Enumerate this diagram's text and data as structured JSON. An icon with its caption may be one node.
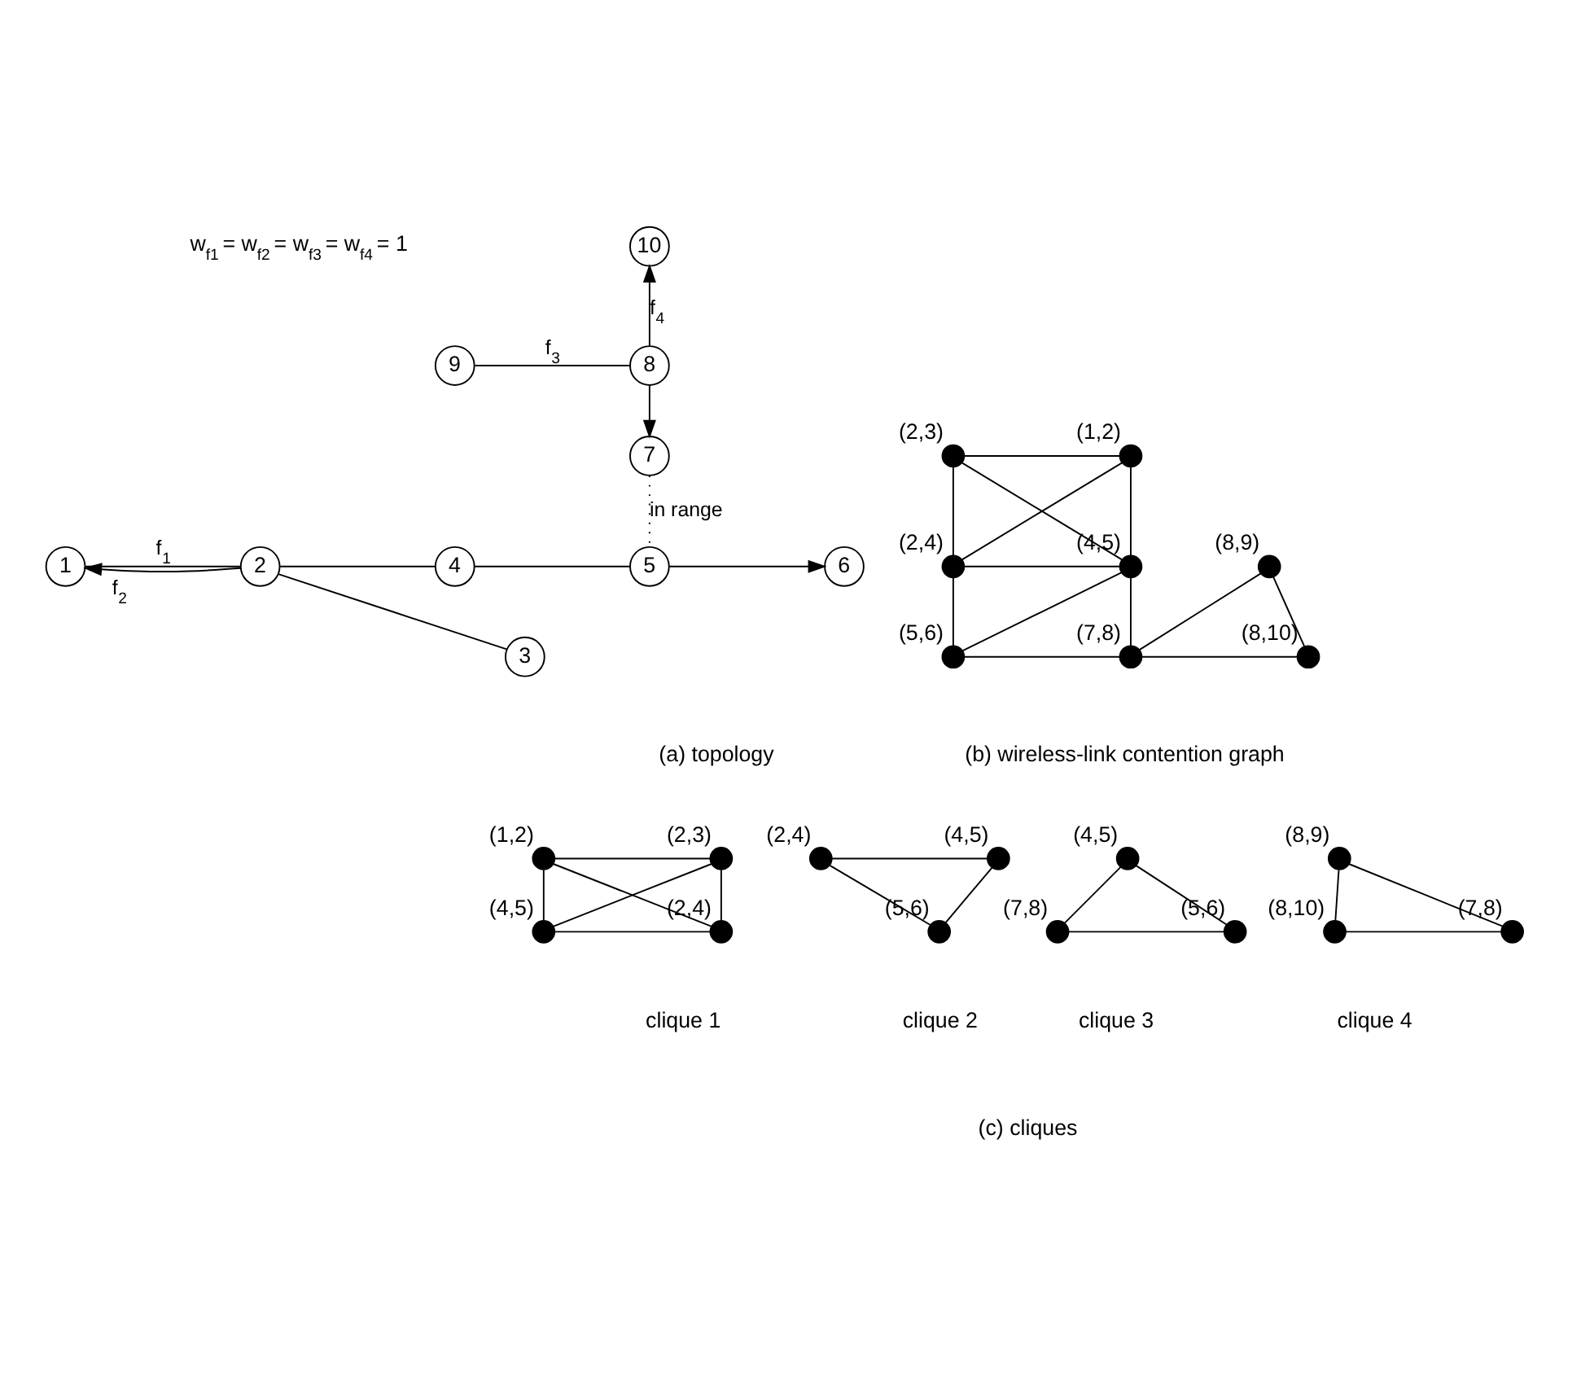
{
  "diagram": {
    "nodes": [
      {
        "text": [
          "10"
        ]
      },
      {
        "text": [
          "9"
        ]
      },
      {
        "text": [
          "8"
        ]
      },
      {
        "text": [
          "7"
        ]
      },
      {
        "text": [
          "1"
        ]
      },
      {
        "text": [
          "2"
        ]
      },
      {
        "text": [
          "4"
        ]
      },
      {
        "text": [
          "5"
        ]
      },
      {
        "text": [
          "6"
        ]
      },
      {
        "text": [
          "3"
        ]
      },
      {
        "text": [],
        "shape": "circle",
        "beside": [
          "(1,2)"
        ]
      },
      {
        "text": [],
        "shape": "circle",
        "beside": [
          "(2,3)"
        ]
      },
      {
        "text": [],
        "shape": "circle",
        "beside": [
          "(2,4)"
        ]
      },
      {
        "text": [],
        "shape": "circle",
        "beside": [
          "(4,5)"
        ]
      },
      {
        "text": [],
        "shape": "circle",
        "beside": [
          "(8,9)"
        ]
      },
      {
        "text": [],
        "shape": "circle",
        "beside": [
          "(5,6)"
        ]
      },
      {
        "text": [],
        "shape": "circle",
        "beside": [
          "(7,8)"
        ]
      },
      {
        "text": [],
        "shape": "circle",
        "beside": [
          "(8,10)"
        ]
      },
      {
        "text": [],
        "shape": "circle",
        "beside": [
          "(1,2)"
        ]
      },
      {
        "text": [],
        "shape": "circle",
        "beside": [
          "(2,3)"
        ]
      },
      {
        "text": [],
        "shape": "circle",
        "beside": [
          "(2,4)"
        ]
      },
      {
        "text": [],
        "shape": "circle",
        "beside": [
          "(4,5)"
        ]
      },
      {
        "text": [],
        "shape": "circle",
        "beside": [
          "(2,4)"
        ]
      },
      {
        "text": [],
        "shape": "circle",
        "beside": [
          "(4,5)"
        ]
      },
      {
        "text": [],
        "shape": "circle",
        "beside": [
          "(5,6)"
        ]
      },
      {
        "text": [],
        "shape": "circle",
        "beside": [
          "(4,5)"
        ]
      },
      {
        "text": [],
        "shape": "circle",
        "beside": [
          "(5,6)"
        ]
      },
      {
        "text": [],
        "shape": "circle",
        "beside": [
          "(7,8)"
        ]
      },
      {
        "text": [],
        "shape": "circle",
        "beside": [
          "(8,9)"
        ]
      },
      {
        "text": [],
        "shape": "circle",
        "beside": [
          "(7,8)"
        ]
      },
      {
        "text": [],
        "shape": "circle",
        "beside": [
          "(8,10)"
        ]
      }
    ],
    "edges": [
      {
        "from": 4,
        "to": 5,
        "arrow": "none",
        "label": "f$_{1}$"
      },
      {
        "from": 5,
        "to": 4,
        "arrow": "to",
        "label": "f$_{2}$"
      },
      {
        "from": 9,
        "to": 5,
        "arrow": "none"
      },
      {
        "from": 5,
        "to": 6,
        "arrow": "none"
      },
      {
        "from": 6,
        "to": 7,
        "arrow": "none"
      },
      {
        "from": 7,
        "to": 8,
        "arrow": "to"
      },
      {
        "from": 3,
        "to": 7,
        "arrow": "none",
        "style": "dashed",
        "label": "in range"
      },
      {
        "from": 1,
        "to": 2,
        "arrow": "none",
        "label": "f$_{3}$"
      },
      {
        "from": 2,
        "to": 3,
        "arrow": "to"
      },
      {
        "from": 2,
        "to": 0,
        "arrow": "to",
        "label": "f$_{4}$"
      },
      {
        "from": 10,
        "to": 11,
        "arrow": "none"
      },
      {
        "from": 10,
        "to": 12,
        "arrow": "none"
      },
      {
        "from": 10,
        "to": 13,
        "arrow": "none"
      },
      {
        "from": 11,
        "to": 12,
        "arrow": "none"
      },
      {
        "from": 11,
        "to": 13,
        "arrow": "none"
      },
      {
        "from": 12,
        "to": 13,
        "arrow": "none"
      },
      {
        "from": 12,
        "to": 15,
        "arrow": "none"
      },
      {
        "from": 13,
        "to": 15,
        "arrow": "none"
      },
      {
        "from": 13,
        "to": 16,
        "arrow": "none"
      },
      {
        "from": 15,
        "to": 16,
        "arrow": "none"
      },
      {
        "from": 16,
        "to": 14,
        "arrow": "none"
      },
      {
        "from": 16,
        "to": 17,
        "arrow": "none"
      },
      {
        "from": 14,
        "to": 17,
        "arrow": "none"
      },
      {
        "from": 18,
        "to": 19,
        "arrow": "none"
      },
      {
        "from": 18,
        "to": 20,
        "arrow": "none"
      },
      {
        "from": 18,
        "to": 21,
        "arrow": "none"
      },
      {
        "from": 19,
        "to": 20,
        "arrow": "none"
      },
      {
        "from": 19,
        "to": 21,
        "arrow": "none"
      },
      {
        "from": 20,
        "to": 21,
        "arrow": "none"
      },
      {
        "from": 22,
        "to": 23,
        "arrow": "none"
      },
      {
        "from": 22,
        "to": 24,
        "arrow": "none"
      },
      {
        "from": 23,
        "to": 24,
        "arrow": "none"
      },
      {
        "from": 25,
        "to": 26,
        "arrow": "none"
      },
      {
        "from": 25,
        "to": 27,
        "arrow": "none"
      },
      {
        "from": 26,
        "to": 27,
        "arrow": "none"
      },
      {
        "from": 28,
        "to": 29,
        "arrow": "none"
      },
      {
        "from": 28,
        "to": 30,
        "arrow": "none"
      },
      {
        "from": 29,
        "to": 30,
        "arrow": "none"
      }
    ],
    "labels": [
      "w$_{f1}$ = w$_{f2}$ = w$_{f3}$ = w$_{f4}$ = 1",
      "(a) topology",
      "(b) wireless-link contention graph",
      "clique 1",
      "clique 2",
      "clique 3",
      "clique 4",
      "(c) cliques"
    ]
  }
}
